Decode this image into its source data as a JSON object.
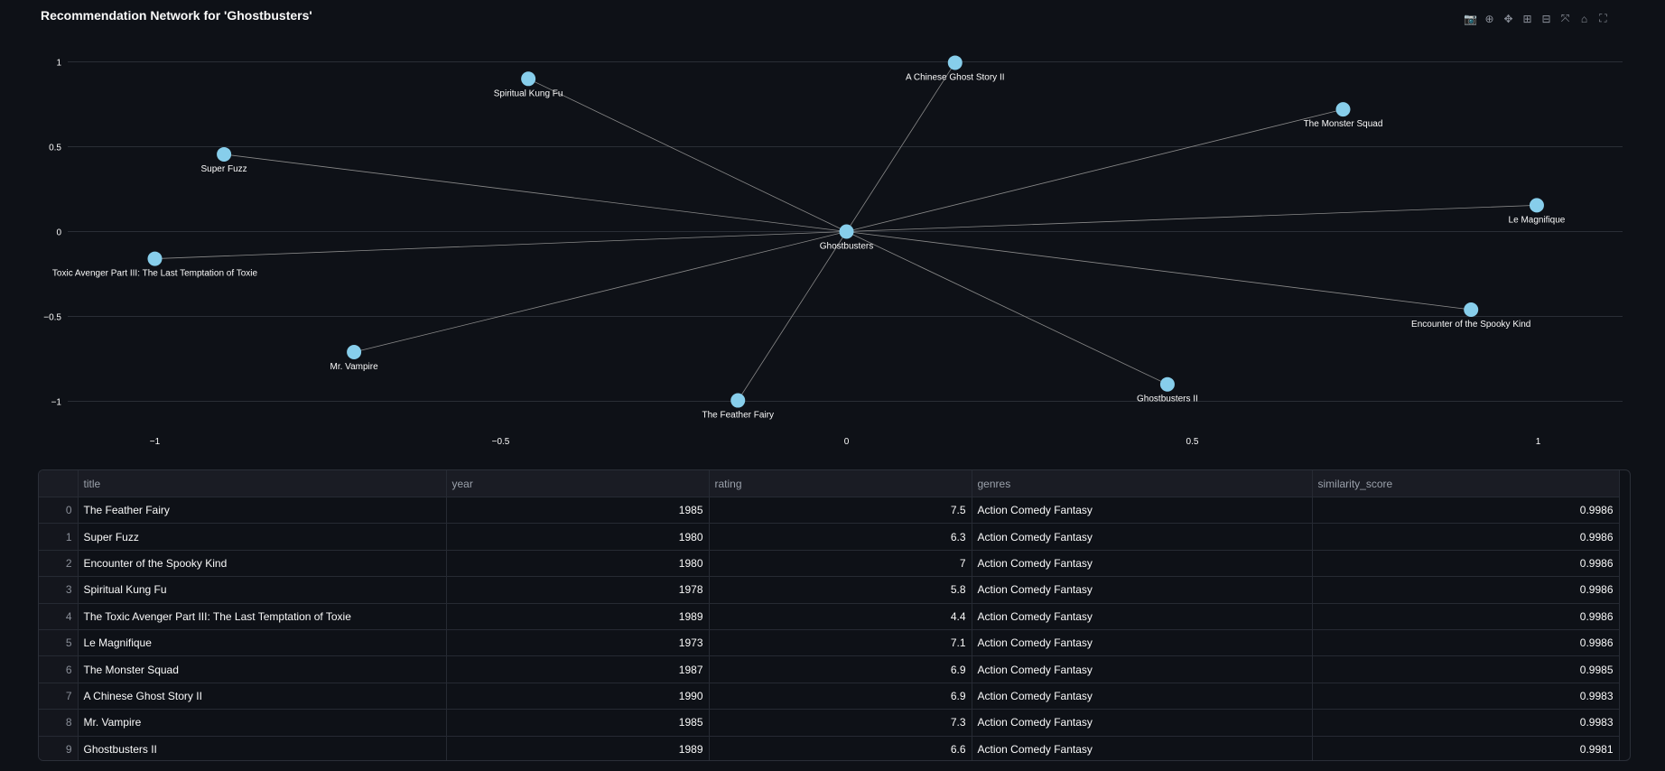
{
  "title": "Recommendation Network for 'Ghostbusters'",
  "modebar": [
    {
      "name": "camera-icon",
      "glyph": "📷"
    },
    {
      "name": "zoom-icon",
      "glyph": "⊕"
    },
    {
      "name": "pan-icon",
      "glyph": "✥"
    },
    {
      "name": "zoom-in-icon",
      "glyph": "⊞"
    },
    {
      "name": "zoom-out-icon",
      "glyph": "⊟"
    },
    {
      "name": "autoscale-icon",
      "glyph": "⤧"
    },
    {
      "name": "home-icon",
      "glyph": "⌂"
    },
    {
      "name": "fullscreen-icon",
      "glyph": "⛶"
    }
  ],
  "chart_data": {
    "type": "scatter",
    "title": "Recommendation Network for 'Ghostbusters'",
    "xlim": [
      -1.08,
      1.12
    ],
    "ylim": [
      -1.08,
      1.12
    ],
    "xticks": [
      -1,
      -0.5,
      0,
      0.5,
      1
    ],
    "xtick_labels": [
      "−1",
      "−0.5",
      "0",
      "0.5",
      "1"
    ],
    "yticks": [
      1,
      0.5,
      0,
      -0.5,
      -1
    ],
    "ytick_labels": [
      "1",
      "0.5",
      "0",
      "−0.5",
      "−1"
    ],
    "grid": true,
    "marker_color": "#87ceeb",
    "edge_color": "#8a8a8a",
    "center": {
      "label": "Ghostbusters",
      "x": 0,
      "y": 0
    },
    "nodes": [
      {
        "label": "The Feather Fairy",
        "x": -0.157,
        "y": -0.995
      },
      {
        "label": "Super Fuzz",
        "x": -0.9,
        "y": 0.455
      },
      {
        "label": "Encounter of the Spooky Kind",
        "x": 0.903,
        "y": -0.46
      },
      {
        "label": "Spiritual Kung Fu",
        "x": -0.46,
        "y": 0.9
      },
      {
        "label": "Toxic Avenger Part III: The Last Temptation of Toxie",
        "x": -1.0,
        "y": -0.16
      },
      {
        "label": "Le Magnifique",
        "x": 0.998,
        "y": 0.155
      },
      {
        "label": "The Monster Squad",
        "x": 0.718,
        "y": 0.72
      },
      {
        "label": "A Chinese Ghost Story II",
        "x": 0.157,
        "y": 0.995
      },
      {
        "label": "Mr. Vampire",
        "x": -0.712,
        "y": -0.71
      },
      {
        "label": "Ghostbusters II",
        "x": 0.464,
        "y": -0.9
      }
    ]
  },
  "table": {
    "columns": [
      "",
      "title",
      "year",
      "rating",
      "genres",
      "similarity_score"
    ],
    "rows": [
      [
        "0",
        "The Feather Fairy",
        "1985",
        "7.5",
        "Action Comedy Fantasy",
        "0.9986"
      ],
      [
        "1",
        "Super Fuzz",
        "1980",
        "6.3",
        "Action Comedy Fantasy",
        "0.9986"
      ],
      [
        "2",
        "Encounter of the Spooky Kind",
        "1980",
        "7",
        "Action Comedy Fantasy",
        "0.9986"
      ],
      [
        "3",
        "Spiritual Kung Fu",
        "1978",
        "5.8",
        "Action Comedy Fantasy",
        "0.9986"
      ],
      [
        "4",
        "The Toxic Avenger Part III: The Last Temptation of Toxie",
        "1989",
        "4.4",
        "Action Comedy Fantasy",
        "0.9986"
      ],
      [
        "5",
        "Le Magnifique",
        "1973",
        "7.1",
        "Action Comedy Fantasy",
        "0.9986"
      ],
      [
        "6",
        "The Monster Squad",
        "1987",
        "6.9",
        "Action Comedy Fantasy",
        "0.9985"
      ],
      [
        "7",
        "A Chinese Ghost Story II",
        "1990",
        "6.9",
        "Action Comedy Fantasy",
        "0.9983"
      ],
      [
        "8",
        "Mr. Vampire",
        "1985",
        "7.3",
        "Action Comedy Fantasy",
        "0.9983"
      ],
      [
        "9",
        "Ghostbusters II",
        "1989",
        "6.6",
        "Action Comedy Fantasy",
        "0.9981"
      ]
    ]
  }
}
